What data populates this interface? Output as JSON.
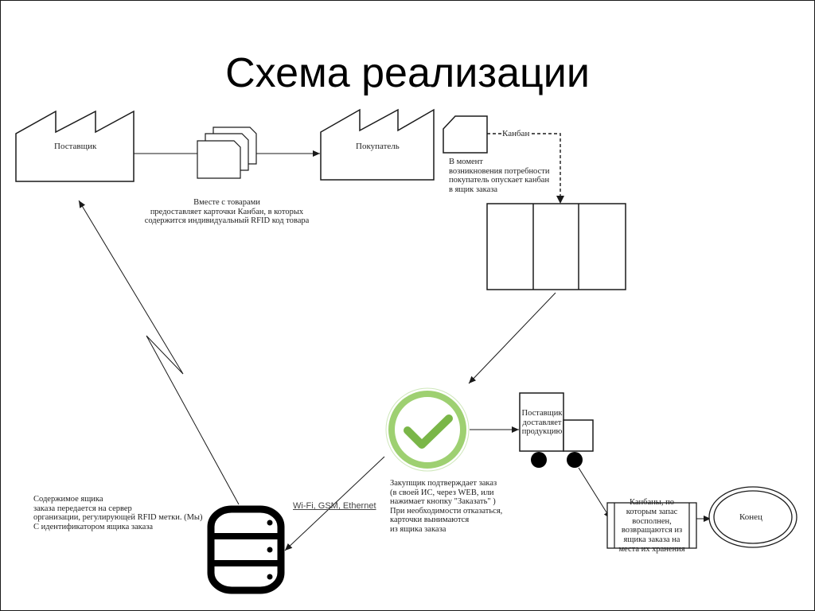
{
  "title": "Схема реализации",
  "nodes": {
    "supplier": "Поставщик",
    "buyer": "Покупатель",
    "kanban": "Канбан",
    "end": "Конец",
    "truck": [
      "Поставщик",
      "доставляет",
      "продукцию"
    ]
  },
  "notes": {
    "with_goods": [
      "Вместе с товарами",
      "предоставляет карточки Канбан, в которых",
      "содержится индивидуальный RFID код товара"
    ],
    "moment": [
      "В момент",
      "возникновения потребности",
      "покупатель опускает канбан",
      "в ящик заказа"
    ],
    "box_contents": [
      "Содержимое ящика",
      "заказа передается на сервер",
      "организации, регулирующей RFID метки. (Мы)",
      "С идентификатором ящика заказа"
    ],
    "confirm": [
      "Закупщик подтверждает заказ",
      "(в своей ИС, через WEB, или",
      "нажимает кнопку \"Заказать\" )",
      "При необходимости отказаться,",
      "карточки вынимаются",
      "из ящика заказа"
    ],
    "returned": [
      "Канбаны, по",
      "которым запас",
      "восполнен,",
      "возвращаются из",
      "ящика заказа на",
      "места их хранения"
    ]
  },
  "connection_label": "Wi-Fi, GSM, Ethernet",
  "colors": {
    "check_green": "#7ab648",
    "check_ring": "#9ed071",
    "stroke": "#1a1a1a"
  },
  "icons": [
    "factory-icon",
    "documents-icon",
    "kanban-card-icon",
    "order-box-icon",
    "check-icon",
    "truck-icon",
    "database-icon",
    "end-ellipse"
  ]
}
